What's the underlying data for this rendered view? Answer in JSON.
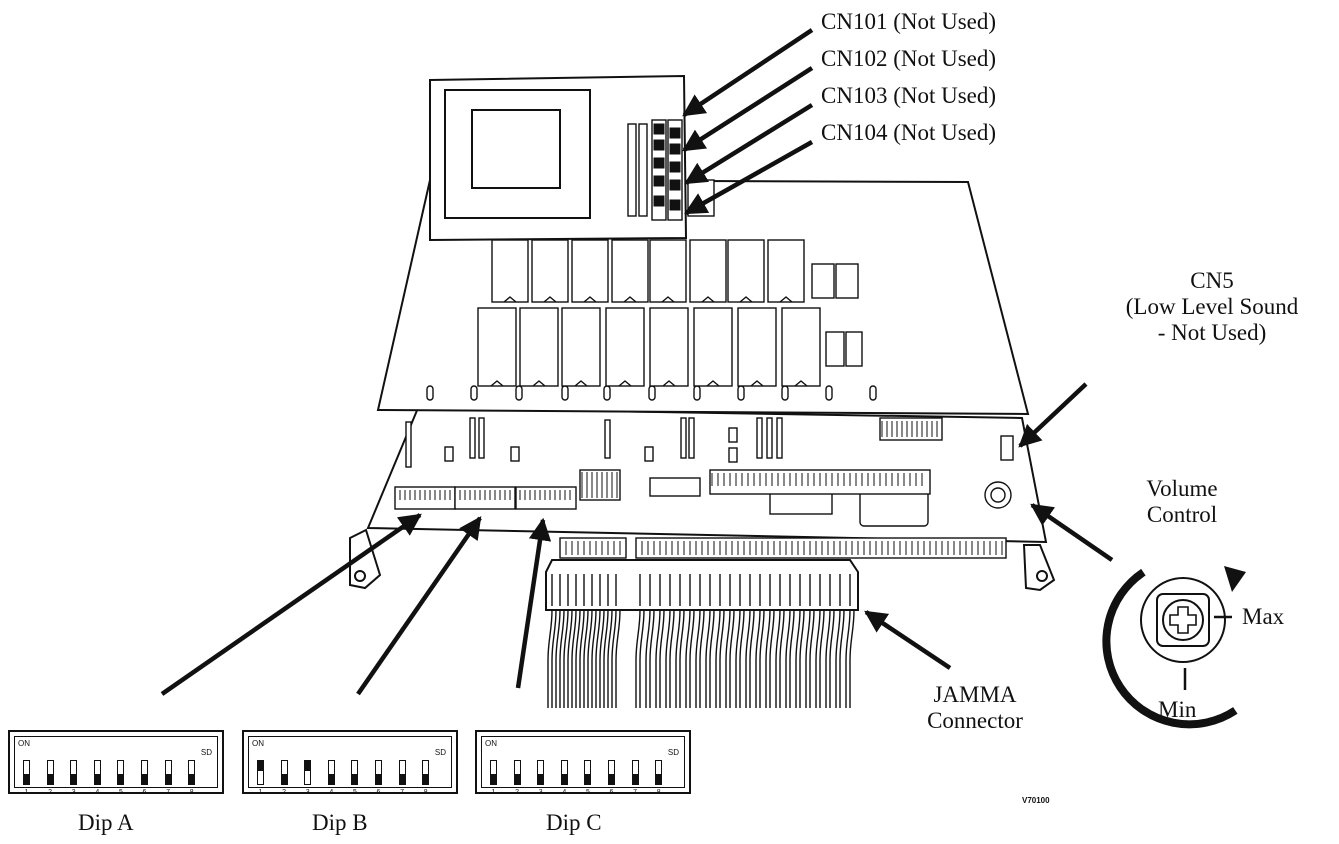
{
  "labels": {
    "cn101": "CN101 (Not Used)",
    "cn102": "CN102 (Not Used)",
    "cn103": "CN103 (Not Used)",
    "cn104": "CN104 (Not Used)",
    "cn5_line1": "CN5",
    "cn5_line2": "(Low Level Sound",
    "cn5_line3": "- Not Used)",
    "volume_line1": "Volume",
    "volume_line2": "Control",
    "max": "Max",
    "min": "Min",
    "jamma_line1": "JAMMA",
    "jamma_line2": "Connector",
    "dip_a": "Dip A",
    "dip_b": "Dip B",
    "dip_c": "Dip C",
    "figure_code": "V70100"
  },
  "dip_common": {
    "on_label": "ON",
    "sd_label": "SD",
    "numbers": [
      "1",
      "2",
      "3",
      "4",
      "5",
      "6",
      "7",
      "8"
    ]
  },
  "dip_switches": {
    "a": [
      "on",
      "on",
      "on",
      "on",
      "on",
      "on",
      "on",
      "on"
    ],
    "b": [
      "off",
      "on",
      "off",
      "on",
      "on",
      "on",
      "on",
      "on"
    ],
    "c": [
      "on",
      "on",
      "on",
      "on",
      "on",
      "on",
      "on",
      "on"
    ]
  }
}
